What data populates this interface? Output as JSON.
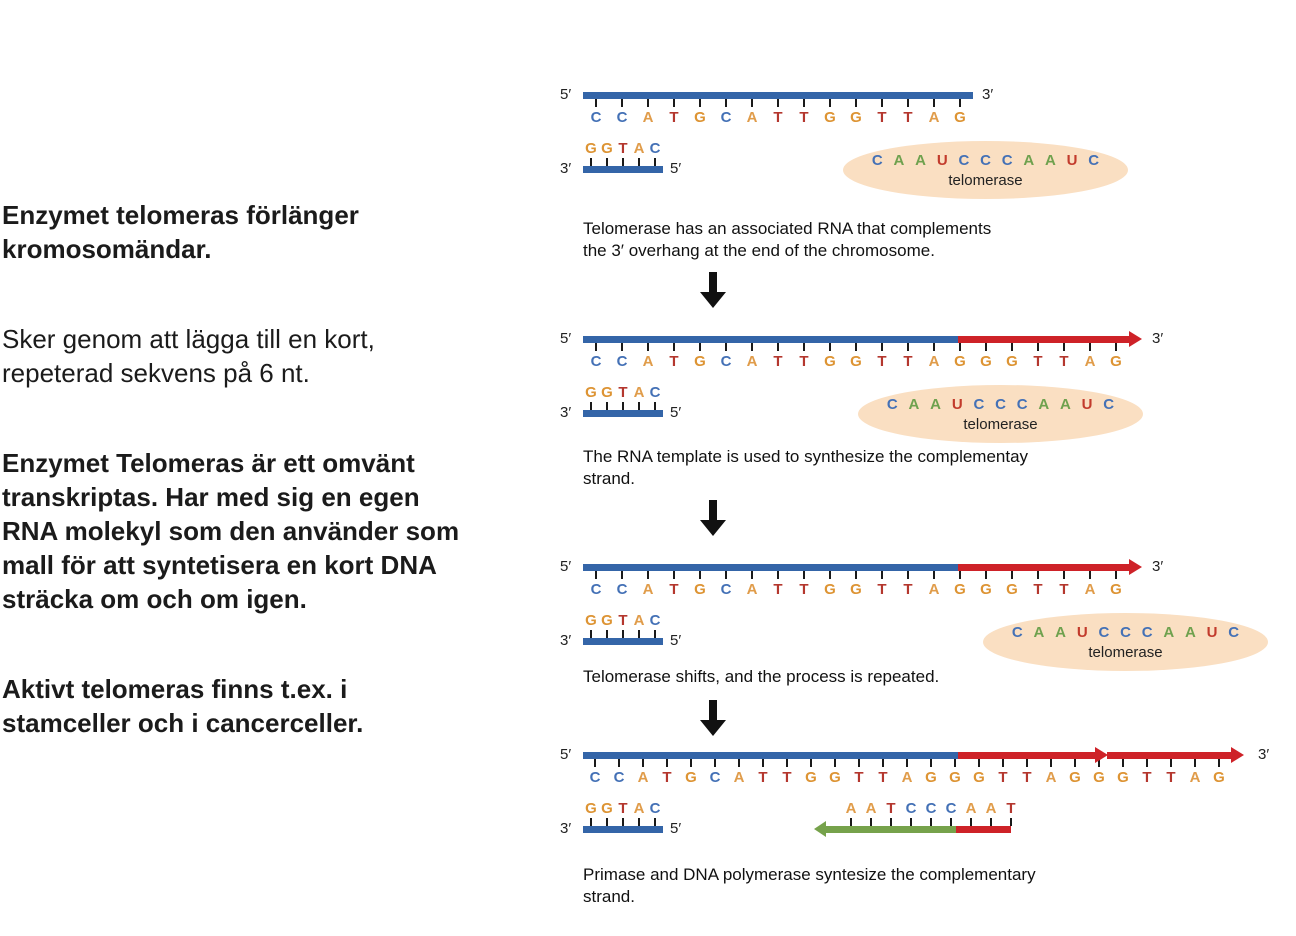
{
  "left_text": {
    "paragraphs": [
      {
        "text": "Enzymet telomeras förlänger kromosomändar."
      },
      {
        "text": "Sker genom att lägga till en kort, repeterad sekvens på 6 nt."
      },
      {
        "text": "Enzymet Telomeras är ett omvänt transkriptas. Har med sig en egen RNA molekyl som den använder som mall för att syntetisera en kort DNA sträcka om och om igen."
      },
      {
        "text": "Aktivt telomeras finns t.ex. i stamceller och i cancerceller."
      }
    ]
  },
  "diagram": {
    "colors": {
      "dna": {
        "A": "#E09C4A",
        "T": "#B4372E",
        "G": "#DD9434",
        "C": "#4471B6"
      },
      "rna": {
        "A": "#6FA14E",
        "U": "#C23B2C",
        "C": "#4471B6"
      }
    },
    "strand_blue": "#3465A8",
    "arrow_red": "#CE2228",
    "arrow_green": "#76A24B",
    "oval_fill": "#FADFC2",
    "labels": {
      "five": "5′",
      "three": "3′",
      "telomerase": "telomerase"
    },
    "sequences": {
      "p1_top": "CCATGCATTGGTTAG",
      "p2_top": "CCATGCATTGGTTAGGGTTAG",
      "p4_top": "CCATGCATTGGTTAGGGTTAGGGTTAG",
      "bottom": "GGTAC",
      "rna": "CAAUCCCAAUC",
      "p4_new": "AATCCCAAT"
    },
    "captions": [
      "Telomerase has an associated RNA that complements the 3′ overhang at the end of the chromosome.",
      "The RNA template is used to synthesize the complementay strand.",
      "Telomerase shifts, and the process is repeated.",
      "Primase and DNA polymerase syntesize the complementary strand."
    ]
  }
}
